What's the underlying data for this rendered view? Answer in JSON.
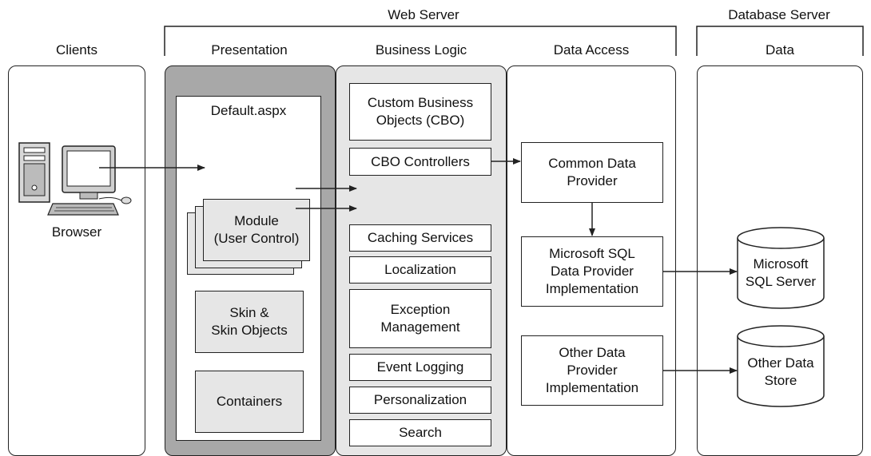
{
  "headers": {
    "web_server": "Web Server",
    "database_server": "Database Server",
    "clients": "Clients",
    "presentation": "Presentation",
    "business_logic": "Business Logic",
    "data_access": "Data Access",
    "data": "Data"
  },
  "clients": {
    "browser": "Browser"
  },
  "presentation": {
    "default_aspx": "Default.aspx",
    "module": "Module\n(User Control)",
    "skin": "Skin &\nSkin Objects",
    "containers": "Containers"
  },
  "business": {
    "cbo": "Custom Business\nObjects (CBO)",
    "cbo_controllers": "CBO Controllers",
    "caching": "Caching Services",
    "localization": "Localization",
    "exception": "Exception\nManagement",
    "event_logging": "Event Logging",
    "personalization": "Personalization",
    "search": "Search"
  },
  "data_access": {
    "common": "Common Data\nProvider",
    "mssql_impl": "Microsoft SQL\nData Provider\nImplementation",
    "other_impl": "Other Data\nProvider\nImplementation"
  },
  "data": {
    "mssql": "Microsoft\nSQL Server",
    "other_store": "Other Data\nStore"
  },
  "colors": {
    "presentation_fill": "#a8a8a8",
    "business_fill": "#e6e6e6",
    "stroke": "#222222"
  }
}
